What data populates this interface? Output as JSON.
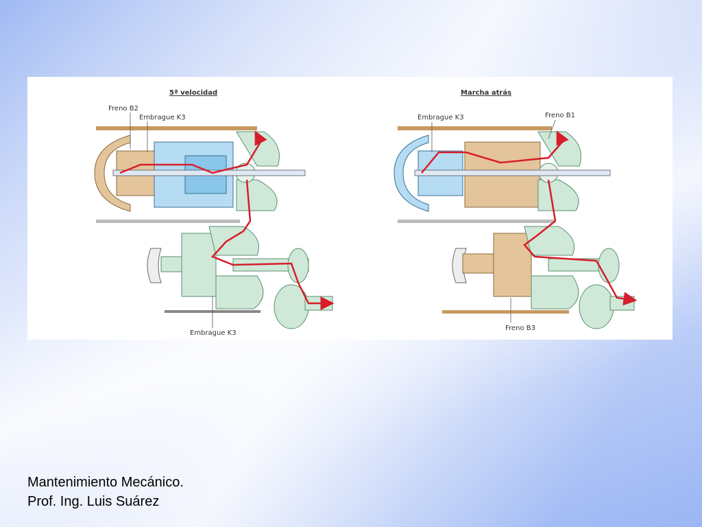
{
  "diagrams": [
    {
      "title": "5ª velocidad",
      "labels": {
        "freno": "Freno B2",
        "embrague_top": "Embrague K3",
        "embrague_bottom": "Embrague K3"
      }
    },
    {
      "title": "Marcha atrás",
      "labels": {
        "embrague": "Embrague K3",
        "freno_top": "Freno B1",
        "freno_bottom": "Freno B3"
      }
    }
  ],
  "footer": {
    "line1": "Mantenimiento Mecánico.",
    "line2": "Prof. Ing. Luis Suárez"
  },
  "colors": {
    "power_flow": "#d61e2a",
    "gear_green": "#cfe8d8",
    "gear_blue": "#b5dcf2",
    "housing_tan": "#e4c49a",
    "rail": "#c79a62"
  }
}
